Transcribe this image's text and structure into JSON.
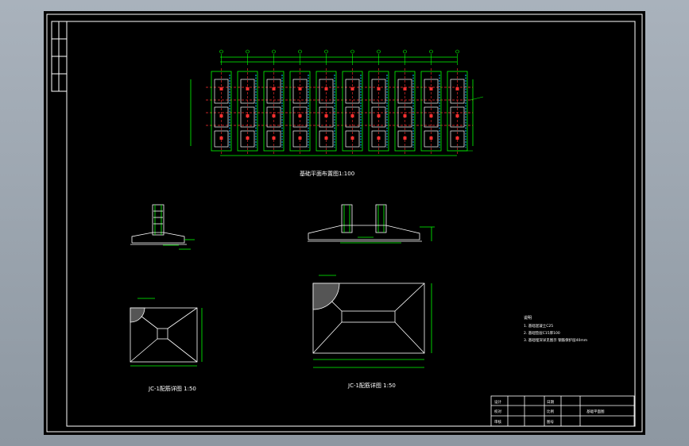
{
  "drawing": {
    "plan_title": "基础平面布置图1:100",
    "section_a_title": "JC-1配筋详图 1:50",
    "section_b_title": "JC-1配筋详图 1:50",
    "notes_heading": "说明",
    "notes": [
      "1. 基础混凝土C25",
      "2. 基础垫层C15厚100",
      "3. 基础埋深详见图示 钢筋保护层40mm"
    ]
  },
  "title_block": {
    "cells": [
      "设计",
      "校对",
      "审核",
      "日期",
      "比例",
      "图号"
    ],
    "drawing_name": "基础平面图"
  },
  "colors": {
    "frame": "#ffffff",
    "dimension": "#00ff00",
    "grid_axis": "#ff3030",
    "bar": "#00c8ff",
    "hatch": "#ffffff"
  }
}
